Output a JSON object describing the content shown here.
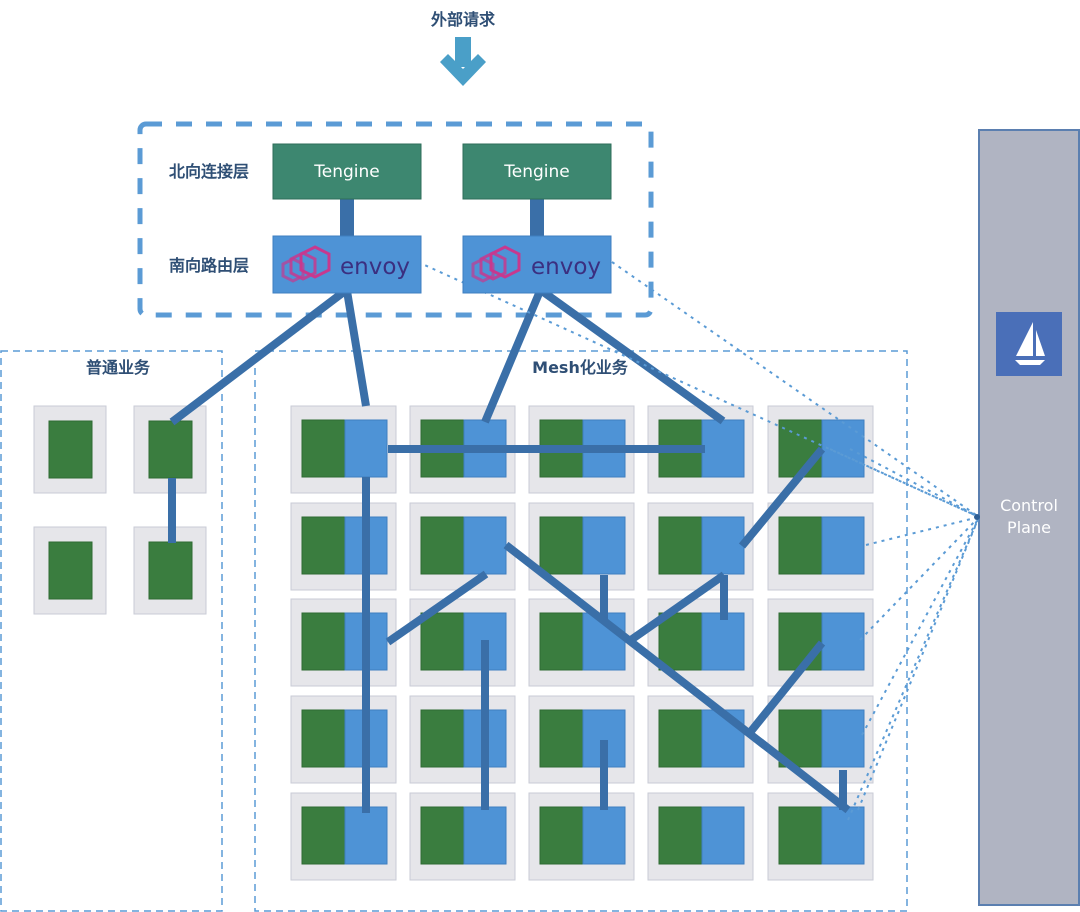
{
  "external_request": "外部请求",
  "layers": {
    "north": "北向连接层",
    "south": "南向路由层"
  },
  "gateways": [
    {
      "proxy": "Tengine",
      "envoy": "envoy"
    },
    {
      "proxy": "Tengine",
      "envoy": "envoy"
    }
  ],
  "regions": {
    "normal": "普通业务",
    "mesh": "Mesh化业务"
  },
  "control_plane": {
    "line1": "Control",
    "line2": "Plane"
  },
  "colors": {
    "tengine": "#3d8770",
    "envoy_box": "#4e93d6",
    "envoy_text": "#3b2f80",
    "envoy_logo": "#c8388e",
    "app_green": "#3a7d3f",
    "sidecar_blue": "#4e93d6",
    "pod_bg": "#e6e6ea",
    "link": "#3a6fa8",
    "dash": "#5b9bd5",
    "control_plane": "#b0b4c2",
    "arrow": "#4a9fc8",
    "label": "#2f4f75"
  }
}
